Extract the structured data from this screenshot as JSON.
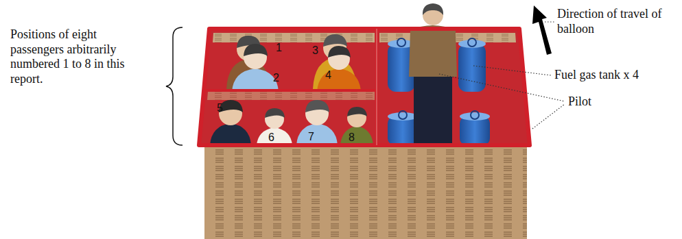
{
  "diagram": {
    "labels": [
      "Positions of eight passengers arbitrarily numbered 1 to 8 in this report.",
      "1",
      "2",
      "3",
      "4",
      "5",
      "6",
      "7",
      "8",
      "Direction of travel of balloon",
      "Fuel gas tank x 4",
      "Pilot"
    ]
  }
}
